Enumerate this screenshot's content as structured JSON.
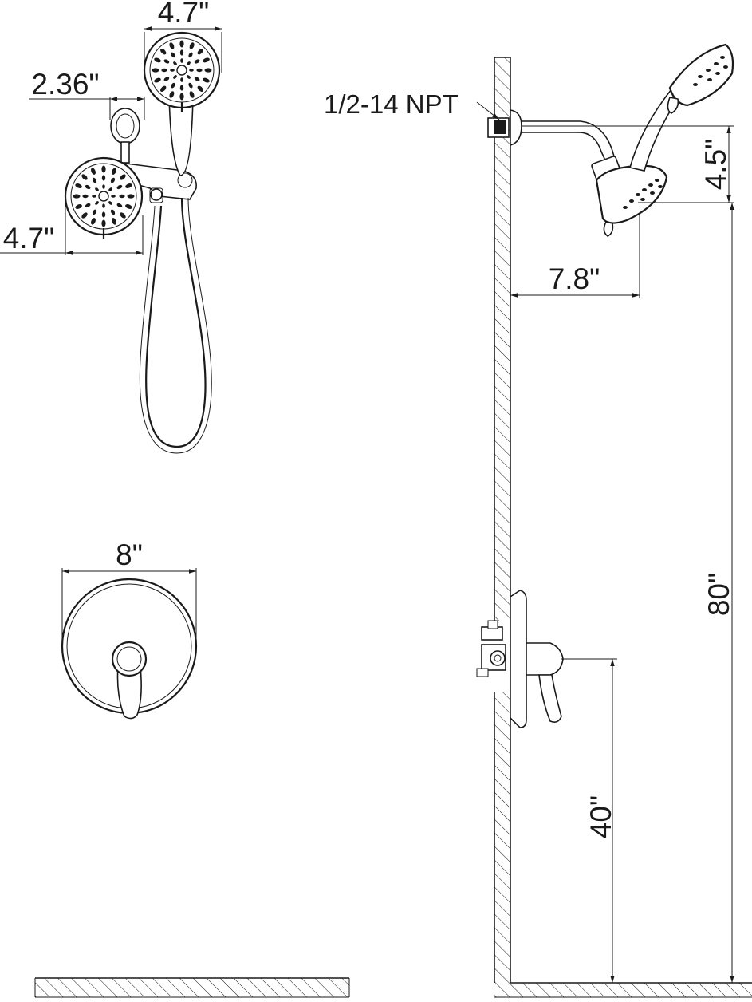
{
  "dimensions": {
    "handheld_head_diameter": "4.7\"",
    "arm_projection_bracket": "2.36\"",
    "fixed_head_diameter": "4.7\"",
    "trim_plate_diameter": "8\"",
    "thread_spec": "1/2-14 NPT",
    "head_drop": "4.5\"",
    "arm_reach": "7.8\"",
    "head_height_from_floor": "80\"",
    "valve_height_from_floor": "40\""
  },
  "colors": {
    "line": "#1a1a1a",
    "background": "#ffffff"
  }
}
